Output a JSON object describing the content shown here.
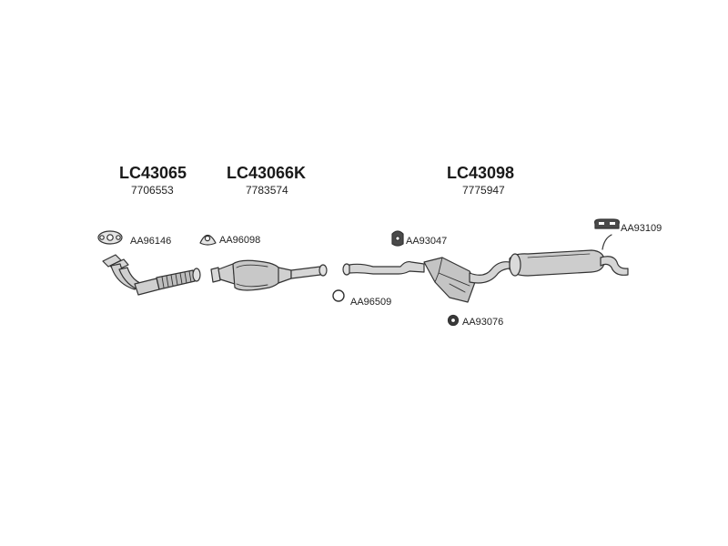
{
  "groups": [
    {
      "code": "LC43065",
      "oem": "7706553"
    },
    {
      "code": "LC43066K",
      "oem": "7783574"
    },
    {
      "code": "LC43098",
      "oem": "7775947"
    }
  ],
  "fittings": [
    {
      "code": "AA96146",
      "icon": "flange-gasket-icon"
    },
    {
      "code": "AA96098",
      "icon": "triangular-gasket-icon"
    },
    {
      "code": "AA96509",
      "icon": "sealing-ring-icon"
    },
    {
      "code": "AA93047",
      "icon": "rubber-hanger-icon"
    },
    {
      "code": "AA93076",
      "icon": "rubber-ring-icon"
    },
    {
      "code": "AA93109",
      "icon": "mounting-strap-icon"
    }
  ],
  "colors": {
    "line": "#333333",
    "fill": "#d6d6d6",
    "dark": "#9a9a9a",
    "text": "#1a1a1a"
  }
}
